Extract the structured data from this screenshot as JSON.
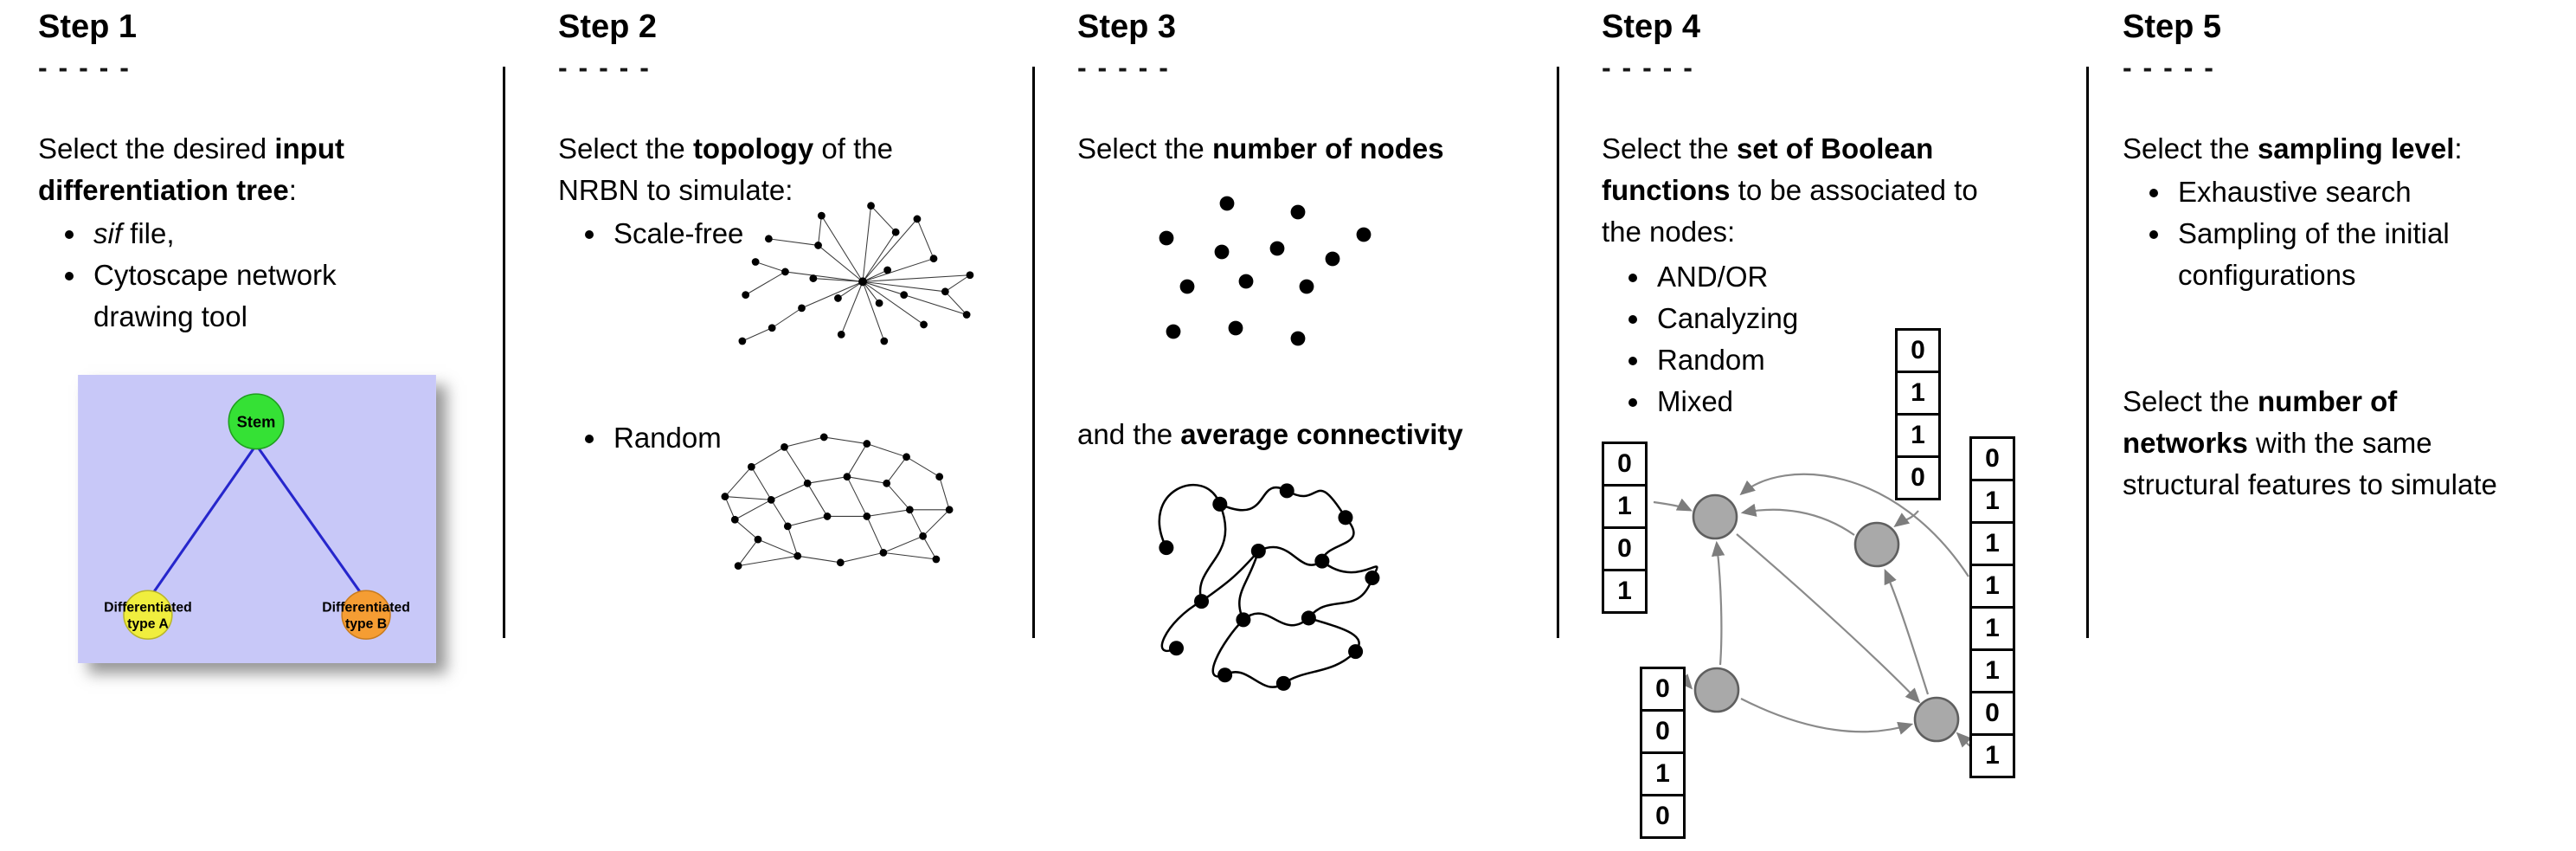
{
  "figure": {
    "background": "#ffffff",
    "separator_color": "#000000"
  },
  "step1": {
    "title": "Step 1",
    "dashes": "- - - - -",
    "intro": {
      "pre": "Select the desired ",
      "bold_line1": "input",
      "bold_line2": "differentiation tree",
      "post": ":"
    },
    "bullet1": {
      "italic": "sif",
      "rest": " file,"
    },
    "bullet2": "Cytoscape network drawing tool",
    "tree": {
      "background": "#c8c8f8",
      "edge_color": "#2626cc",
      "stem": {
        "label": "Stem",
        "fill": "#35e135"
      },
      "type_a": {
        "line1": "Differentiated",
        "line2": "type A",
        "fill": "#f0ee3e"
      },
      "type_b": {
        "line1": "Differentiated",
        "line2": "type B",
        "fill": "#f59d33"
      }
    }
  },
  "step2": {
    "title": "Step 2",
    "dashes": "- - - - -",
    "intro": {
      "pre": "Select the ",
      "bold": "topology",
      "post": " of the",
      "line2": "NRBN to simulate:"
    },
    "bullet1": "Scale-free",
    "bullet2": "Random"
  },
  "step3": {
    "title": "Step 3",
    "dashes": "- - - - -",
    "intro": {
      "pre": "Select the ",
      "bold": "number of nodes"
    },
    "connectivity": {
      "pre": "and the ",
      "bold": "average connectivity"
    }
  },
  "step4": {
    "title": "Step 4",
    "dashes": "- - - - -",
    "intro": {
      "pre": "Select the ",
      "bold_line1": "set of Boolean",
      "bold_line2": "functions",
      "rest_line2": " to be associated to",
      "line3": "the nodes:"
    },
    "bullets": [
      "AND/OR",
      "Canalyzing",
      "Random",
      "Mixed"
    ],
    "truth_tables": {
      "left": [
        "0",
        "1",
        "0",
        "1"
      ],
      "top": [
        "0",
        "1",
        "1",
        "0"
      ],
      "bottom_left": [
        "0",
        "0",
        "1",
        "0"
      ],
      "right": [
        "0",
        "1",
        "1",
        "1",
        "1",
        "1",
        "0",
        "1"
      ]
    },
    "node_fill": "#a9a9a9"
  },
  "step5": {
    "title": "Step 5",
    "dashes": "- - - - -",
    "intro": {
      "pre": "Select the ",
      "bold": "sampling level",
      "post": ":"
    },
    "bullet1": "Exhaustive search",
    "bullet2": "Sampling of the initial configurations",
    "networks": {
      "pre": "Select the ",
      "bold_line1": "number of",
      "bold_line2": "networks",
      "rest_line2": " with the same",
      "line3": "structural features to simulate"
    }
  }
}
